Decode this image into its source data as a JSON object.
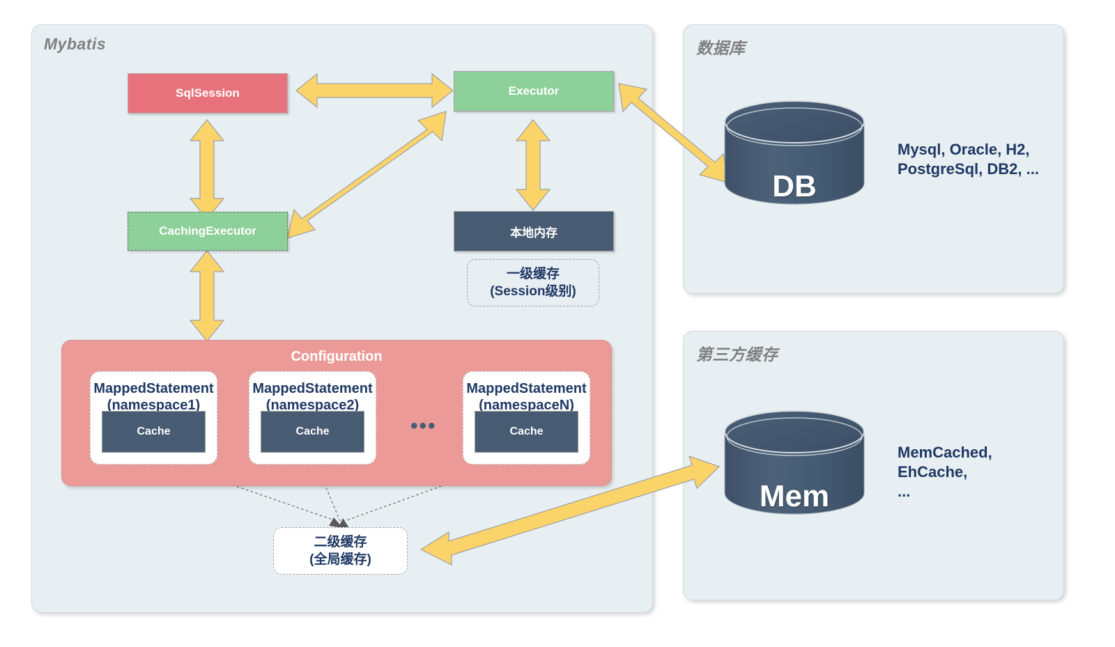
{
  "panels": {
    "mybatis": {
      "title": "Mybatis"
    },
    "database": {
      "title": "数据库",
      "cylinder_label": "DB",
      "tech_list": "Mysql, Oracle, H2,\nPostgreSql, DB2, ..."
    },
    "third_party_cache": {
      "title": "第三方缓存",
      "cylinder_label": "Mem",
      "tech_list": "MemCached,\nEhCache,\n..."
    }
  },
  "nodes": {
    "sqlsession": "SqlSession",
    "executor": "Executor",
    "caching_executor": "CachingExecutor",
    "local_memory": "本地内存",
    "first_level_cache_line1": "一级缓存",
    "first_level_cache_line2": "(Session级别)",
    "second_level_cache_line1": "二级缓存",
    "second_level_cache_line2": "(全局缓存)"
  },
  "configuration": {
    "title": "Configuration",
    "ellipsis": "•••",
    "mapped_statements": [
      {
        "title": "MappedStatement",
        "namespace": "(namespace1)",
        "cache": "Cache"
      },
      {
        "title": "MappedStatement",
        "namespace": "(namespace2)",
        "cache": "Cache"
      },
      {
        "title": "MappedStatement",
        "namespace": "(namespaceN)",
        "cache": "Cache"
      }
    ]
  },
  "colors": {
    "panel_bg": "#e8eff2",
    "red_box": "#e8727c",
    "green_box": "#8ed09a",
    "navy_box": "#475b72",
    "config_bg": "#eb9a98",
    "arrow_fill": "#fbd469",
    "arrow_stroke": "#9e9e9e",
    "text_navy": "#1f3864"
  }
}
